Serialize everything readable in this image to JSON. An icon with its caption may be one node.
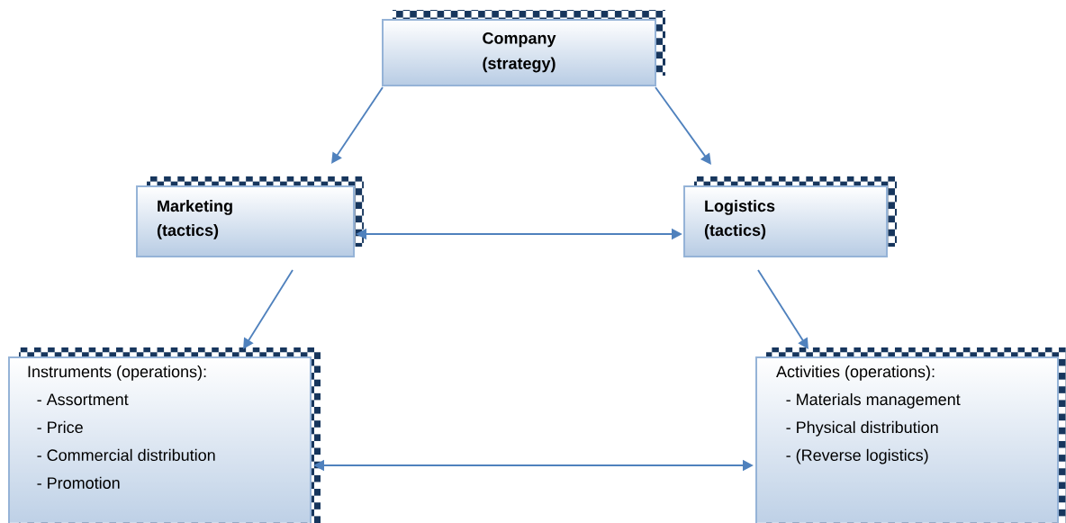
{
  "diagram": {
    "nodes": [
      {
        "text": [
          "Company (strategy)"
        ]
      },
      {
        "text": [
          "Marketing (tactics)"
        ]
      },
      {
        "text": [
          "Logistics (tactics)"
        ]
      },
      {
        "text": [
          "Instruments (operations):",
          "- Assortment",
          "- Price",
          "- Commercial distribution",
          "- Promotion"
        ]
      },
      {
        "text": [
          "Activities (operations):",
          "- Materials management",
          "- Physical distribution",
          "- (Reverse logistics)"
        ]
      }
    ],
    "edges": [
      {
        "from": 0,
        "to": 1,
        "arrow": "to"
      },
      {
        "from": 0,
        "to": 2,
        "arrow": "to"
      },
      {
        "from": 1,
        "to": 2,
        "arrow": "both"
      },
      {
        "from": 1,
        "to": 3,
        "arrow": "to"
      },
      {
        "from": 2,
        "to": 4,
        "arrow": "to"
      },
      {
        "from": 3,
        "to": 4,
        "arrow": "both"
      }
    ]
  }
}
